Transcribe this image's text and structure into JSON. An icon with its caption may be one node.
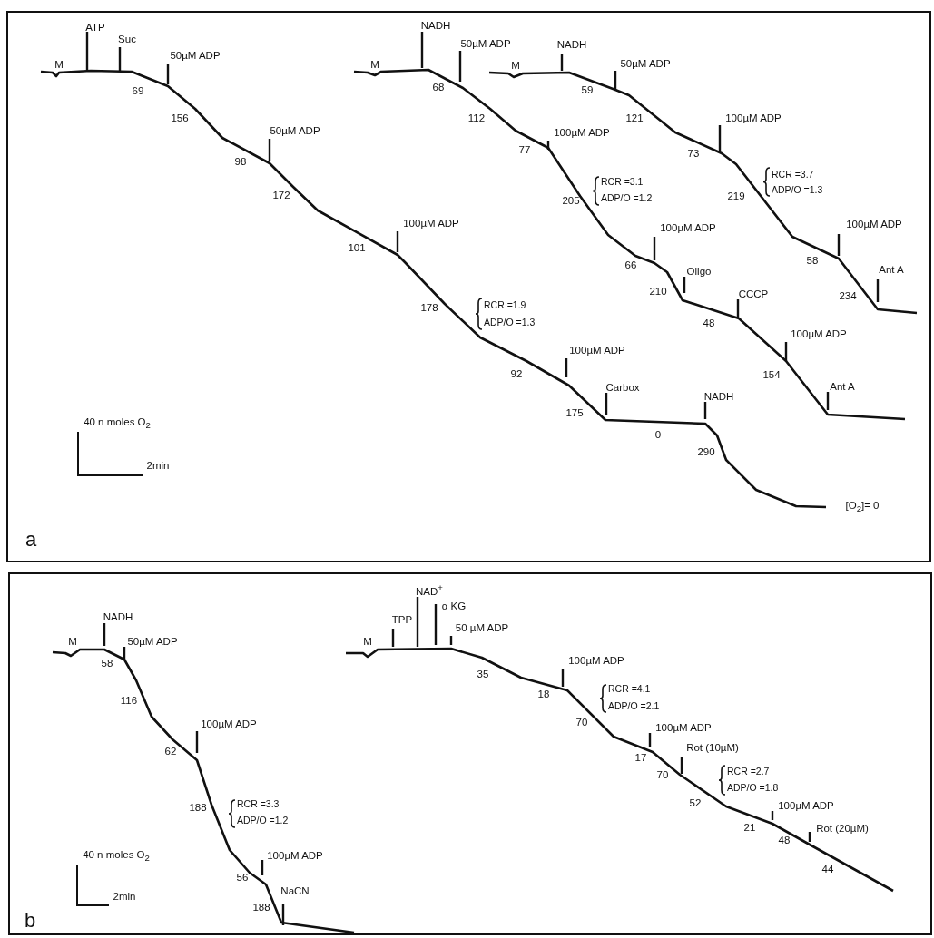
{
  "diagram": {
    "labels": [
      "M",
      "ATP",
      "Suc",
      "50µM ADP",
      "69",
      "156",
      "50µM ADP",
      "98",
      "172",
      "100µM ADP",
      "101",
      "178",
      "RCR =1.9",
      "ADP/O =1.3",
      "100µM ADP",
      "92",
      "Carbox",
      "175",
      "0",
      "NADH",
      "290",
      "[O$_{2}$]= 0",
      "M",
      "NADH",
      "50µM ADP",
      "68",
      "112",
      "100µM ADP",
      "77",
      "RCR =3.1",
      "205",
      "ADP/O =1.2",
      "100µM ADP",
      "66",
      "Oligo",
      "210",
      "CCCP",
      "48",
      "100µM ADP",
      "154",
      "Ant A",
      "M",
      "NADH",
      "50µM ADP",
      "59",
      "121",
      "100µM ADP",
      "73",
      "RCR =3.7",
      "219",
      "ADP/O =1.3",
      "100µM ADP",
      "58",
      "Ant A",
      "234",
      "40 n moles O$_{2}$",
      "2min",
      "a",
      "NADH",
      "M",
      "50µM ADP",
      "58",
      "116",
      "100µM ADP",
      "62",
      "188",
      "RCR =3.3",
      "ADP/O =1.2",
      "40 n moles O$_{2}$",
      "100µM ADP",
      "56",
      "2min",
      "NaCN",
      "188",
      "b",
      "NAD$^{+}$",
      "α KG",
      "TPP",
      "50 µM ADP",
      "M",
      "100µM ADP",
      "35",
      "18",
      "RCR =4.1",
      "ADP/O =2.1",
      "70",
      "100µM ADP",
      "17",
      "Rot (10µM)",
      "70",
      "RCR =2.7",
      "ADP/O =1.8",
      "52",
      "100µM ADP",
      "21",
      "48",
      "Rot (20µM)",
      "44"
    ]
  }
}
